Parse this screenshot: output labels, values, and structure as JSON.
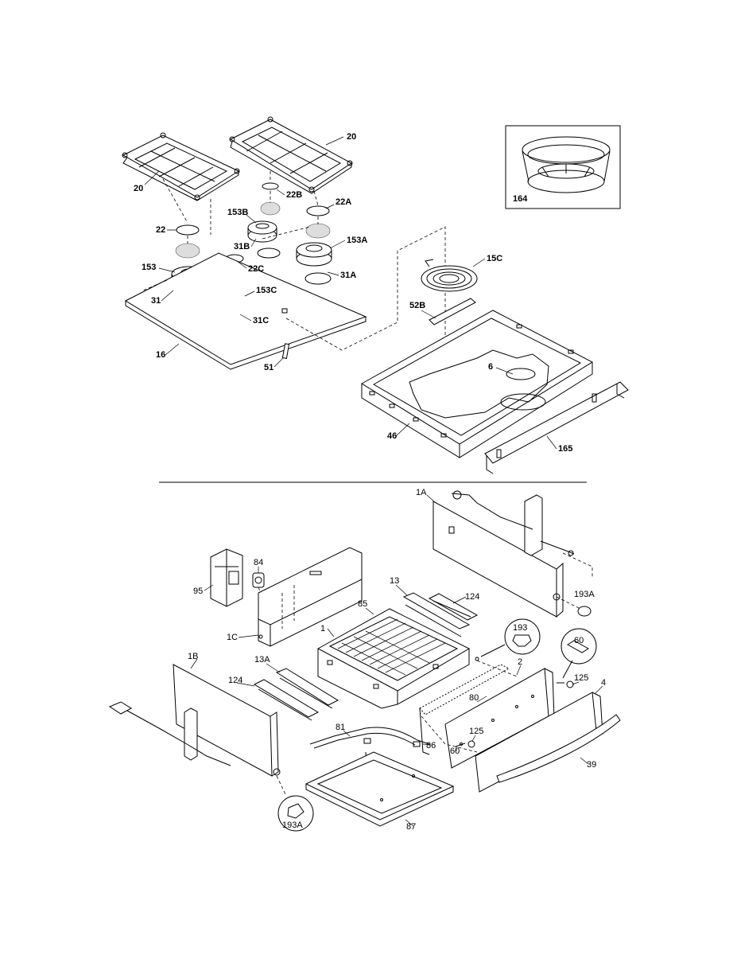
{
  "callouts": {
    "l20a": "20",
    "l20b": "20",
    "l22": "22",
    "l22a": "22A",
    "l22b": "22B",
    "l22c": "22C",
    "l153": "153",
    "l153a": "153A",
    "l153b": "153B",
    "l153c": "153C",
    "l31": "31",
    "l31a": "31A",
    "l31b": "31B",
    "l31c": "31C",
    "l16": "16",
    "l51": "51",
    "l164": "164",
    "l15c": "15C",
    "l52b": "52B",
    "l6": "6",
    "l46": "46",
    "l165": "165",
    "l1a": "1A",
    "l84": "84",
    "l95": "95",
    "l13": "13",
    "l124a": "124",
    "l85": "85",
    "l1": "1",
    "l193a_top": "193A",
    "l1c": "1C",
    "l193": "193",
    "l60a": "60",
    "l2": "2",
    "l125a": "125",
    "l4": "4",
    "l1b": "1B",
    "l13a": "13A",
    "l124b": "124",
    "l80": "80",
    "l125b": "125",
    "l81": "81",
    "l86": "86",
    "l60b": "60",
    "l39": "39",
    "l87": "87",
    "l193a_bot": "193A"
  }
}
